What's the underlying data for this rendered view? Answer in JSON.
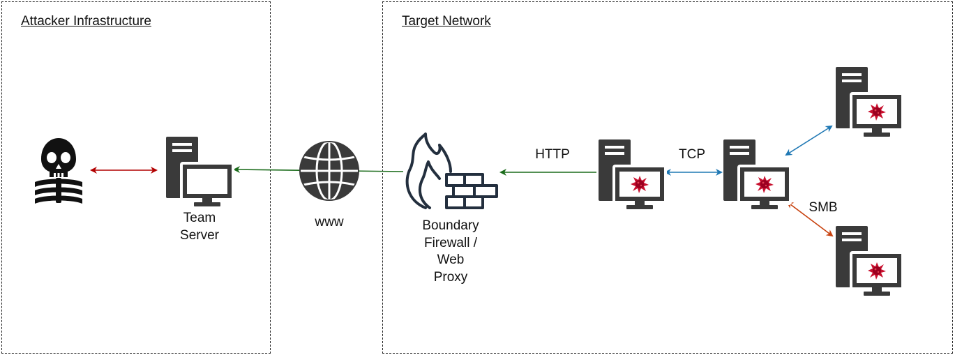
{
  "zones": {
    "attacker": {
      "title": "Attacker Infrastructure"
    },
    "target": {
      "title": "Target Network"
    }
  },
  "nodes": {
    "team_server": {
      "label_line1": "Team",
      "label_line2": "Server",
      "icon": "server-icon"
    },
    "internet": {
      "label": "www",
      "icon": "globe-icon"
    },
    "firewall": {
      "label_line1": "Boundary",
      "label_line2": "Firewall /",
      "label_line3": "Web",
      "label_line4": "Proxy",
      "icon": "firewall-icon"
    },
    "attacker": {
      "icon": "skull-icon"
    },
    "infected_hosts": {
      "icon": "infected-server-icon"
    }
  },
  "links": {
    "http": "HTTP",
    "tcp": "TCP",
    "smb": "SMB"
  },
  "colors": {
    "icon": "#3a3a3a",
    "firewall": "#232f3e",
    "malware": "#c8102e",
    "arrow_red": "#b20000",
    "arrow_green": "#1a6b1a",
    "arrow_blue": "#1f78b4",
    "arrow_orange": "#c8410e"
  }
}
